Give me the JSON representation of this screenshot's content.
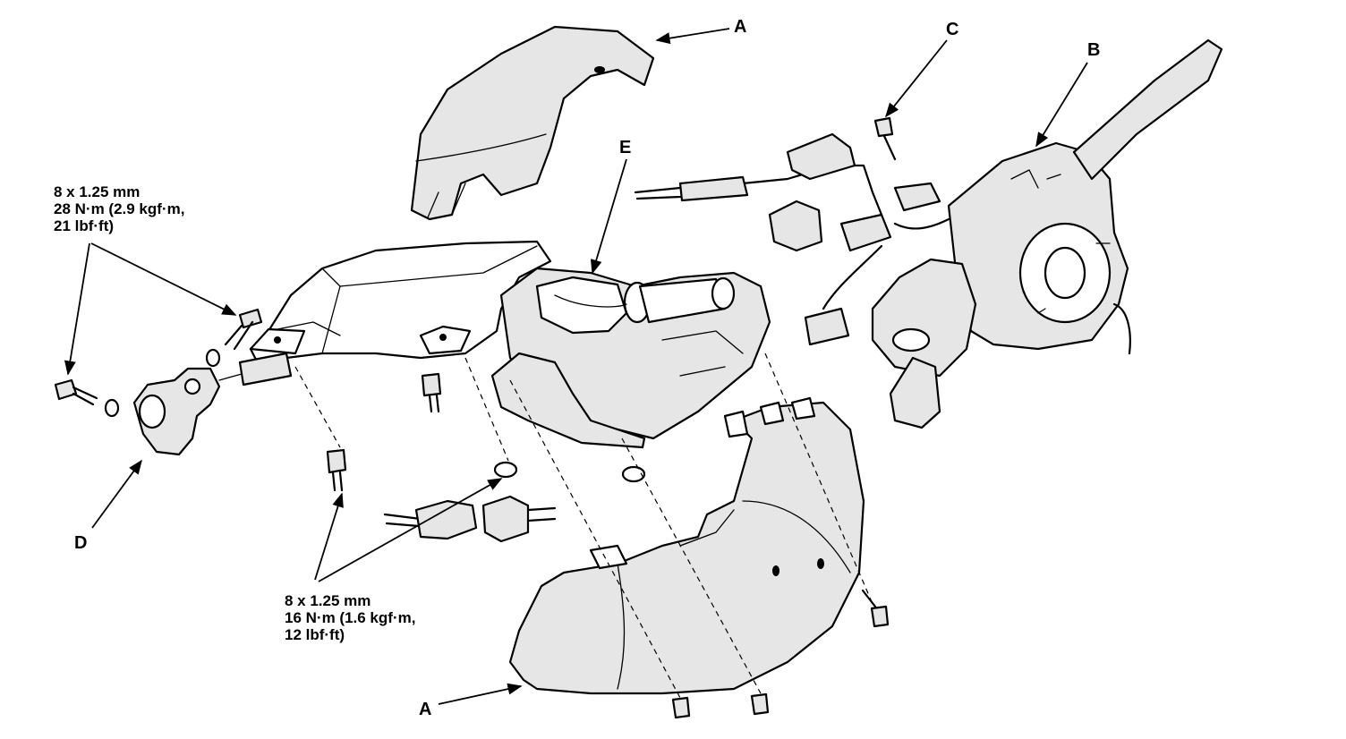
{
  "callouts": {
    "a_top": "A",
    "a_bottom": "A",
    "b": "B",
    "c": "C",
    "d": "D",
    "e": "E"
  },
  "torque_specs": {
    "upper": {
      "line1": "8 x 1.25 mm",
      "line2": "28 N·m (2.9 kgf·m,",
      "line3": "21 lbf·ft)"
    },
    "lower": {
      "line1": "8 x 1.25 mm",
      "line2": "16 N·m (1.6 kgf·m,",
      "line3": "12 lbf·ft)"
    }
  }
}
